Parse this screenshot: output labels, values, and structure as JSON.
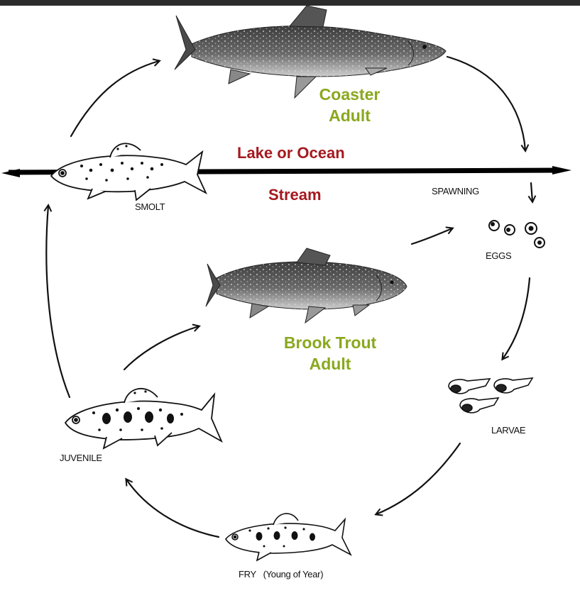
{
  "labels": {
    "coaster_line1": "Coaster",
    "coaster_line2": "Adult",
    "lake_or_ocean": "Lake or Ocean",
    "stream": "Stream",
    "spawning": "SPAWNING",
    "smolt": "SMOLT",
    "eggs": "EGGS",
    "brook_line1": "Brook Trout",
    "brook_line2": "Adult",
    "larvae": "LARVAE",
    "juvenile": "JUVENILE",
    "fry": "FRY   (Young of Year)"
  },
  "colors": {
    "adult_label": "#8aa81e",
    "habitat_label": "#a4191f",
    "ink": "#111111"
  }
}
